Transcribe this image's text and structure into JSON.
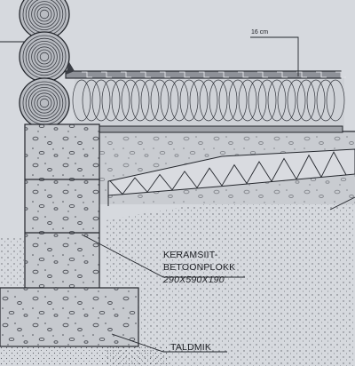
{
  "labels": {
    "dimension": "16 cm",
    "block_line1": "KERAMSIIT-",
    "block_line2": "BETOONPLOKK",
    "block_size": "290X590X190",
    "footing": "TALDMIK"
  },
  "colors": {
    "paper": "#d6d9de",
    "ink": "#23262c",
    "concrete": "#c9ccd1",
    "stone": "#5b5e64"
  }
}
